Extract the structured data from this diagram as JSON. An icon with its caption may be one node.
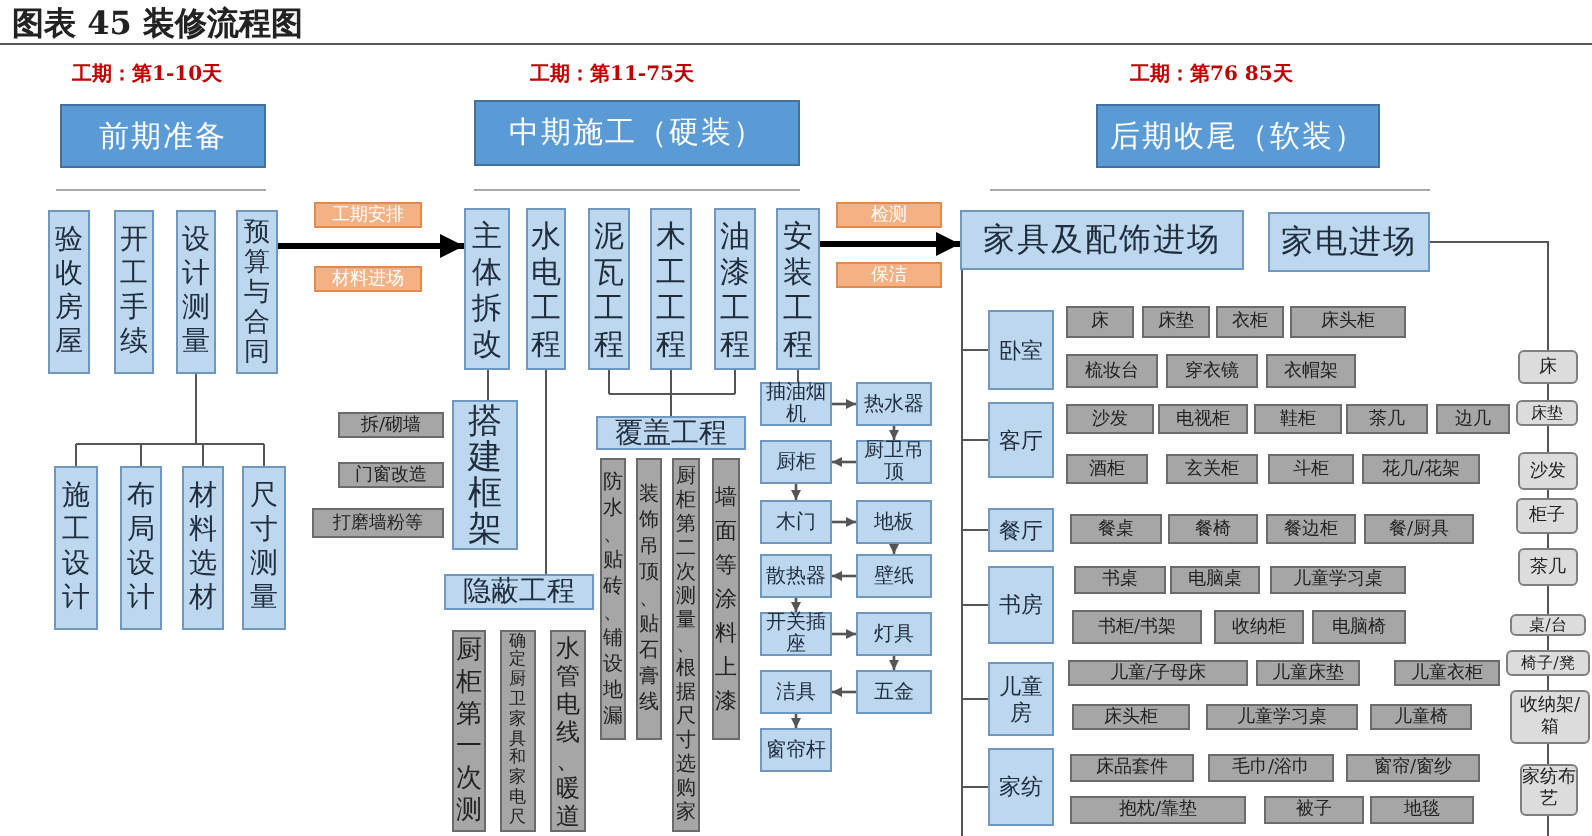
{
  "diagram": {
    "title": "图表 45 装修流程图",
    "nodes": [
      {
        "text": [
          "前期准备"
        ]
      },
      {
        "text": [
          "中期施工（硬装）"
        ]
      },
      {
        "text": [
          "后期收尾（软装）"
        ]
      },
      {
        "text": [
          "验收房屋"
        ]
      },
      {
        "text": [
          "开工手续"
        ]
      },
      {
        "text": [
          "设计测量"
        ]
      },
      {
        "text": [
          "预算与合同"
        ]
      },
      {
        "text": [
          "施工设计"
        ]
      },
      {
        "text": [
          "布局设计"
        ]
      },
      {
        "text": [
          "材料选材"
        ]
      },
      {
        "text": [
          "尺寸测量"
        ]
      },
      {
        "text": [
          "工期安排"
        ]
      },
      {
        "text": [
          "材料进场"
        ]
      },
      {
        "text": [
          "主体拆改"
        ]
      },
      {
        "text": [
          "水电工程"
        ]
      },
      {
        "text": [
          "泥瓦工程"
        ]
      },
      {
        "text": [
          "木工工程"
        ]
      },
      {
        "text": [
          "油漆工程"
        ]
      },
      {
        "text": [
          "安装工程"
        ]
      },
      {
        "text": [
          "拆/砌墙"
        ]
      },
      {
        "text": [
          "门窗改造"
        ]
      },
      {
        "text": [
          "打磨墙粉等"
        ]
      },
      {
        "text": [
          "搭建框架"
        ]
      },
      {
        "text": [
          "隐蔽工程"
        ]
      },
      {
        "text": [
          "厨柜第一次测"
        ]
      },
      {
        "text": [
          "确定厨卫家具和家电尺"
        ]
      },
      {
        "text": [
          "水管电线、暖道"
        ]
      },
      {
        "text": [
          "覆盖工程"
        ]
      },
      {
        "text": [
          "防水、贴砖、铺设地漏"
        ]
      },
      {
        "text": [
          "装饰吊顶、贴石膏线"
        ]
      },
      {
        "text": [
          "厨柜第二次测量、根据尺寸选购家"
        ]
      },
      {
        "text": [
          "墙面等涂料上漆"
        ]
      },
      {
        "text": [
          "抽油烟机"
        ]
      },
      {
        "text": [
          "热水器"
        ]
      },
      {
        "text": [
          "厨卫吊顶"
        ]
      },
      {
        "text": [
          "厨柜"
        ]
      },
      {
        "text": [
          "木门"
        ]
      },
      {
        "text": [
          "地板"
        ]
      },
      {
        "text": [
          "壁纸"
        ]
      },
      {
        "text": [
          "散热器"
        ]
      },
      {
        "text": [
          "开关插座"
        ]
      },
      {
        "text": [
          "灯具"
        ]
      },
      {
        "text": [
          "五金"
        ]
      },
      {
        "text": [
          "洁具"
        ]
      },
      {
        "text": [
          "窗帘杆"
        ]
      },
      {
        "text": [
          "检测"
        ]
      },
      {
        "text": [
          "保洁"
        ]
      },
      {
        "text": [
          "家具及配饰进场"
        ]
      },
      {
        "text": [
          "家电进场"
        ]
      },
      {
        "text": [
          "卧室"
        ]
      },
      {
        "text": [
          "床"
        ]
      },
      {
        "text": [
          "床垫"
        ]
      },
      {
        "text": [
          "衣柜"
        ]
      },
      {
        "text": [
          "床头柜"
        ]
      },
      {
        "text": [
          "梳妆台"
        ]
      },
      {
        "text": [
          "穿衣镜"
        ]
      },
      {
        "text": [
          "衣帽架"
        ]
      },
      {
        "text": [
          "客厅"
        ]
      },
      {
        "text": [
          "沙发"
        ]
      },
      {
        "text": [
          "电视柜"
        ]
      },
      {
        "text": [
          "鞋柜"
        ]
      },
      {
        "text": [
          "茶几"
        ]
      },
      {
        "text": [
          "边几"
        ]
      },
      {
        "text": [
          "酒柜"
        ]
      },
      {
        "text": [
          "玄关柜"
        ]
      },
      {
        "text": [
          "斗柜"
        ]
      },
      {
        "text": [
          "花几/花架"
        ]
      },
      {
        "text": [
          "餐厅"
        ]
      },
      {
        "text": [
          "餐桌"
        ]
      },
      {
        "text": [
          "餐椅"
        ]
      },
      {
        "text": [
          "餐边柜"
        ]
      },
      {
        "text": [
          "餐/厨具"
        ]
      },
      {
        "text": [
          "书房"
        ]
      },
      {
        "text": [
          "书桌"
        ]
      },
      {
        "text": [
          "电脑桌"
        ]
      },
      {
        "text": [
          "儿童学习桌"
        ]
      },
      {
        "text": [
          "书柜/书架"
        ]
      },
      {
        "text": [
          "收纳柜"
        ]
      },
      {
        "text": [
          "电脑椅"
        ]
      },
      {
        "text": [
          "儿童房"
        ]
      },
      {
        "text": [
          "儿童/子母床"
        ]
      },
      {
        "text": [
          "儿童床垫"
        ]
      },
      {
        "text": [
          "儿童衣柜"
        ]
      },
      {
        "text": [
          "床头柜"
        ]
      },
      {
        "text": [
          "儿童学习桌"
        ]
      },
      {
        "text": [
          "儿童椅"
        ]
      },
      {
        "text": [
          "家纺"
        ]
      },
      {
        "text": [
          "床品套件"
        ]
      },
      {
        "text": [
          "毛巾/浴巾"
        ]
      },
      {
        "text": [
          "窗帘/窗纱"
        ]
      },
      {
        "text": [
          "抱枕/靠垫"
        ]
      },
      {
        "text": [
          "被子"
        ]
      },
      {
        "text": [
          "地毯"
        ]
      },
      {
        "text": [
          "床"
        ]
      },
      {
        "text": [
          "床垫"
        ]
      },
      {
        "text": [
          "沙发"
        ]
      },
      {
        "text": [
          "柜子"
        ]
      },
      {
        "text": [
          "茶几"
        ]
      },
      {
        "text": [
          "桌/台"
        ]
      },
      {
        "text": [
          "椅子/凳"
        ]
      },
      {
        "text": [
          "收纳架/箱"
        ]
      },
      {
        "text": [
          "家纺布艺"
        ]
      }
    ],
    "edges": [
      {
        "from": 6,
        "to": 13,
        "arrow": "to",
        "style": "thick"
      },
      {
        "from": 18,
        "to": 47,
        "arrow": "to",
        "style": "thick"
      },
      {
        "from": 5,
        "to": 7,
        "arrow": "none"
      },
      {
        "from": 5,
        "to": 8,
        "arrow": "none"
      },
      {
        "from": 5,
        "to": 9,
        "arrow": "none"
      },
      {
        "from": 5,
        "to": 10,
        "arrow": "none"
      },
      {
        "from": 13,
        "to": 22,
        "arrow": "none"
      },
      {
        "from": 14,
        "to": 23,
        "arrow": "none"
      },
      {
        "from": 15,
        "to": 27,
        "arrow": "none"
      },
      {
        "from": 16,
        "to": 27,
        "arrow": "none"
      },
      {
        "from": 17,
        "to": 27,
        "arrow": "none"
      },
      {
        "from": 18,
        "to": 32,
        "arrow": "none"
      },
      {
        "from": 32,
        "to": 33,
        "arrow": "to"
      },
      {
        "from": 33,
        "to": 34,
        "arrow": "to"
      },
      {
        "from": 34,
        "to": 35,
        "arrow": "to"
      },
      {
        "from": 35,
        "to": 36,
        "arrow": "to"
      },
      {
        "from": 36,
        "to": 37,
        "arrow": "to"
      },
      {
        "from": 37,
        "to": 38,
        "arrow": "to"
      },
      {
        "from": 38,
        "to": 39,
        "arrow": "to"
      },
      {
        "from": 39,
        "to": 40,
        "arrow": "to"
      },
      {
        "from": 40,
        "to": 41,
        "arrow": "to"
      },
      {
        "from": 41,
        "to": 42,
        "arrow": "to"
      },
      {
        "from": 42,
        "to": 43,
        "arrow": "to"
      },
      {
        "from": 43,
        "to": 44,
        "arrow": "to"
      },
      {
        "from": 47,
        "to": 49,
        "arrow": "none"
      },
      {
        "from": 47,
        "to": 57,
        "arrow": "none"
      },
      {
        "from": 47,
        "to": 67,
        "arrow": "none"
      },
      {
        "from": 47,
        "to": 72,
        "arrow": "none"
      },
      {
        "from": 47,
        "to": 79,
        "arrow": "none"
      },
      {
        "from": 47,
        "to": 86,
        "arrow": "none"
      },
      {
        "from": 48,
        "to": 93,
        "arrow": "none"
      },
      {
        "from": 48,
        "to": 94,
        "arrow": "none"
      },
      {
        "from": 48,
        "to": 95,
        "arrow": "none"
      },
      {
        "from": 48,
        "to": 96,
        "arrow": "none"
      },
      {
        "from": 48,
        "to": 97,
        "arrow": "none"
      },
      {
        "from": 48,
        "to": 98,
        "arrow": "none"
      },
      {
        "from": 48,
        "to": 99,
        "arrow": "none"
      },
      {
        "from": 48,
        "to": 100,
        "arrow": "none"
      },
      {
        "from": 48,
        "to": 101,
        "arrow": "none"
      }
    ],
    "labels": [
      "工期：第1-10天",
      "工期：第11-75天",
      "工期：第76 85天"
    ]
  }
}
